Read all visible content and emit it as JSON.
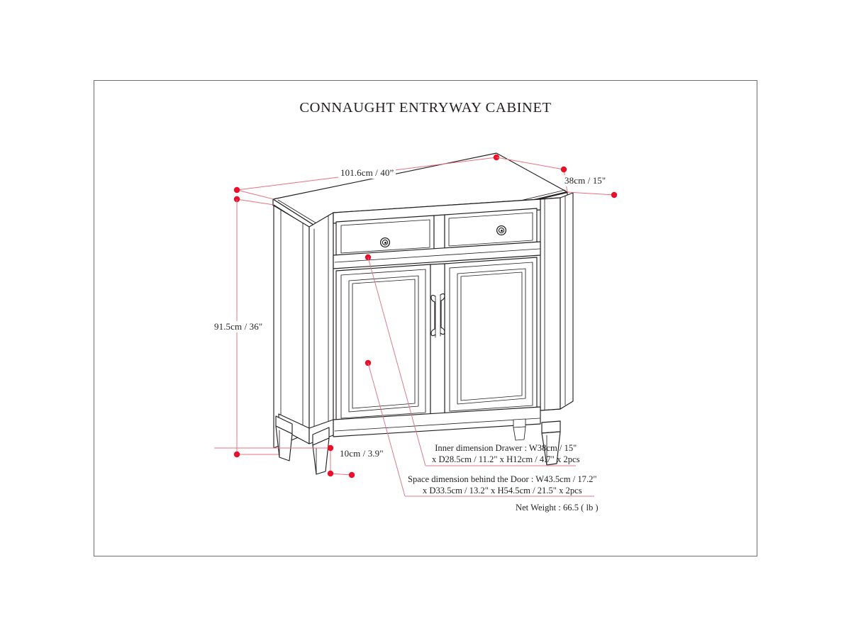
{
  "document": {
    "title": "CONNAUGHT ENTRYWAY CABINET",
    "type": "furniture-dimension-spec-sheet",
    "frame_color": "#6d6d70",
    "dimension_color": "#e8102b",
    "line_color": "#231f20"
  },
  "dimensions": {
    "width": {
      "label": "101.6cm / 40”",
      "cm": 101.6,
      "inch": 40
    },
    "depth": {
      "label": "38cm / 15\"",
      "cm": 38,
      "inch": 15
    },
    "height": {
      "label": "91.5cm / 36\"",
      "cm": 91.5,
      "inch": 36
    },
    "leg_height": {
      "label": "10cm / 3.9\"",
      "cm": 10,
      "inch": 3.9
    }
  },
  "notes": {
    "drawer": {
      "line1": "Inner dimension Drawer : W38cm / 15\"",
      "line2": "x D28.5cm / 11.2\" x H12cm / 4.7\" x 2pcs"
    },
    "door": {
      "line1": "Space dimension behind the Door  : W43.5cm / 17.2\"",
      "line2": "x D33.5cm / 13.2\" x H54.5cm / 21.5\" x 2pcs"
    },
    "weight": "Net Weight : 66.5 ( lb )"
  },
  "product": {
    "name": "Connaught Entryway Cabinet",
    "drawers": 2,
    "doors": 2,
    "knobs": 2,
    "handles": 2,
    "legs": 4
  }
}
